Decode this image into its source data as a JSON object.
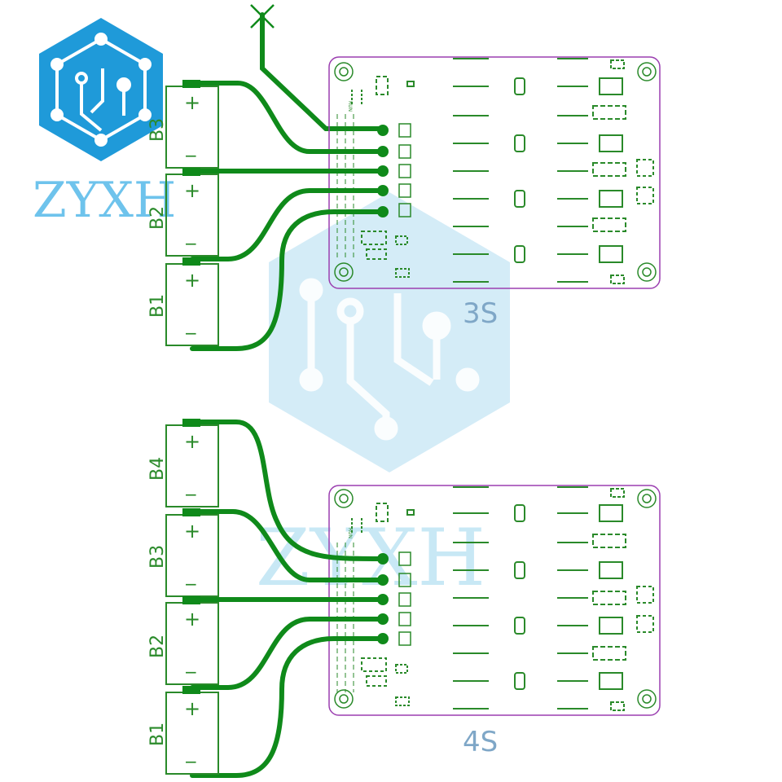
{
  "logo": {
    "text": "ZYXH"
  },
  "watermark": {
    "text": "ZYXH"
  },
  "colors": {
    "trace": "#0f8a1a",
    "silkscreen": "#2a8a2a",
    "board_outline": "#9b3fb0",
    "logo_blue": "#1f9ad9",
    "watermark_blue": "#cde9f6"
  },
  "boards": [
    {
      "id": "3s",
      "label": "3S",
      "run_label": "RUN",
      "cells": [
        {
          "label": "B3",
          "plus": "+",
          "minus": "−"
        },
        {
          "label": "B2",
          "plus": "+",
          "minus": "−"
        },
        {
          "label": "B1",
          "plus": "+",
          "minus": "−"
        }
      ]
    },
    {
      "id": "4s",
      "label": "4S",
      "run_label": "RUN",
      "cells": [
        {
          "label": "B4",
          "plus": "+",
          "minus": "−"
        },
        {
          "label": "B3",
          "plus": "+",
          "minus": "−"
        },
        {
          "label": "B2",
          "plus": "+",
          "minus": "−"
        },
        {
          "label": "B1",
          "plus": "+",
          "minus": "−"
        }
      ]
    }
  ]
}
